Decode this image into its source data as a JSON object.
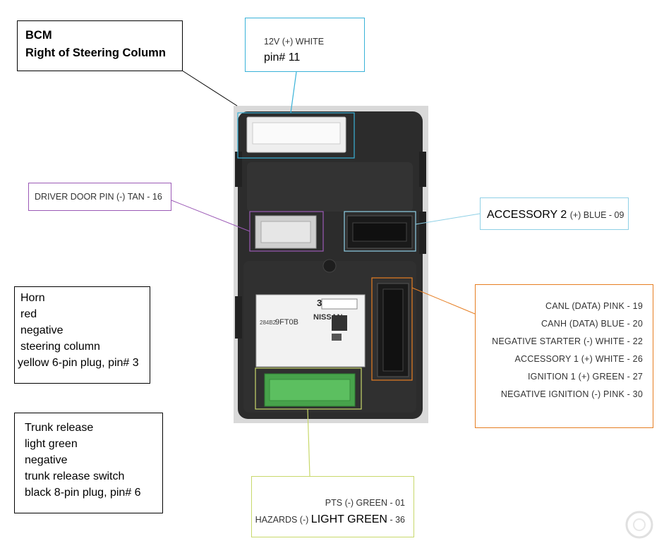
{
  "bcm_label": {
    "line1": "BCM",
    "line2": "Right of Steering Column"
  },
  "callouts": {
    "pin11": {
      "small": "12V (+) WHITE",
      "large": "pin# 11"
    },
    "driver_door": {
      "text": "DRIVER DOOR PIN (-) TAN - 16"
    },
    "accessory2": {
      "large": "ACCESSORY 2",
      "small": "(+) BLUE - 09"
    },
    "horn": {
      "lines": [
        "Horn",
        "red",
        "negative",
        "steering column",
        "yellow 6-pin plug, pin# 3"
      ]
    },
    "trunk": {
      "lines": [
        "Trunk release",
        "light green",
        "negative",
        "trunk release switch",
        "black 8-pin plug, pin# 6"
      ]
    },
    "can_group": {
      "lines": [
        "CANL (DATA) PINK - 19",
        "CANH (DATA) BLUE - 20",
        "NEGATIVE STARTER (-) WHITE - 22",
        "ACCESSORY 1 (+) WHITE - 26",
        "IGNITION 1 (+) GREEN - 27",
        "NEGATIVE IGNITION (-) PINK - 30"
      ]
    },
    "pts_group": {
      "line1": "PTS (-) GREEN - 01",
      "line2_small": "HAZARDS (-)",
      "line2_large": "LIGHT GREEN",
      "line2_small_end": "- 36"
    }
  },
  "module_label": {
    "number": "3",
    "brand": "NISSAN",
    "part": "9FT0B",
    "prefix": "284B2"
  },
  "colors": {
    "cyan_border": "#39b2d8",
    "light_blue_border": "#8fd0e6",
    "purple_border": "#9b59b6",
    "orange_border": "#e67e22",
    "lime_border": "#c8d86b",
    "module_body": "#2b2b2b",
    "green_connector": "#4caf50"
  }
}
